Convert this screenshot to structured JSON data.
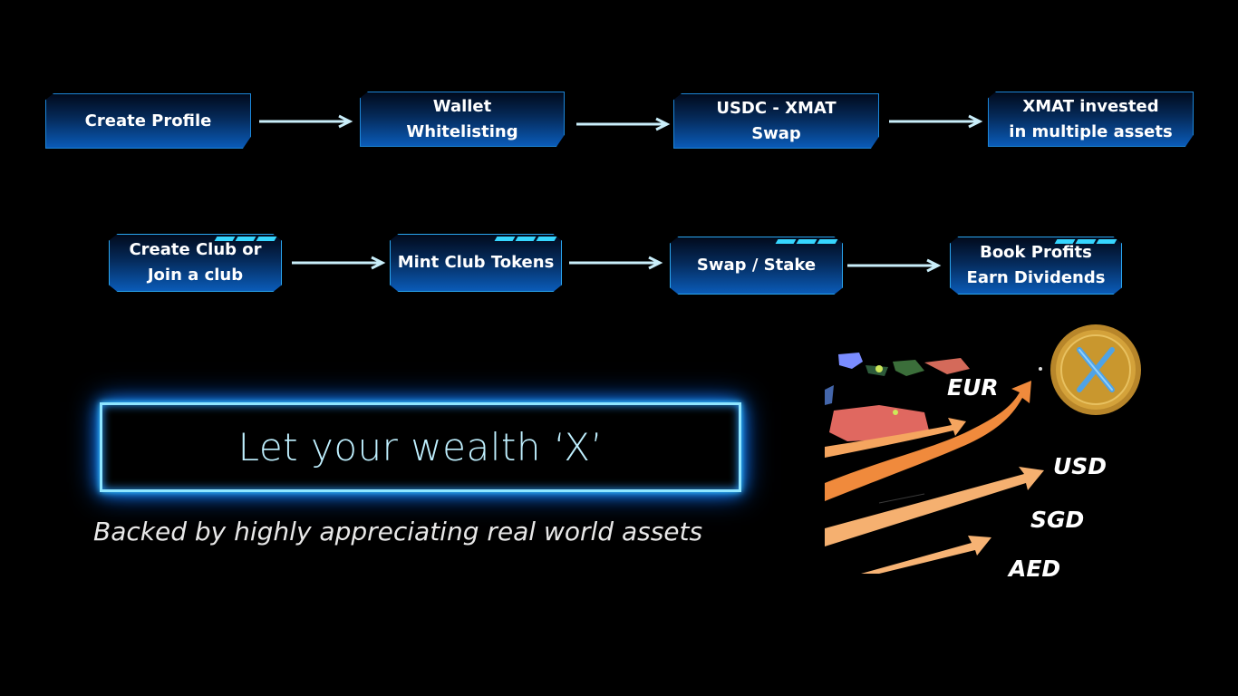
{
  "flow_row1": [
    {
      "label": "Create Profile"
    },
    {
      "label": "Wallet\nWhitelisting"
    },
    {
      "label": "USDC - XMAT\nSwap"
    },
    {
      "label": "XMAT invested\nin multiple assets"
    }
  ],
  "flow_row2": [
    {
      "label": "Create Club or\nJoin a club"
    },
    {
      "label": "Mint Club Tokens"
    },
    {
      "label": "Swap / Stake"
    },
    {
      "label": "Book Profits\nEarn Dividends"
    }
  ],
  "headline": "Let your wealth ‘X’",
  "tagline": "Backed by highly appreciating real world assets",
  "currencies": [
    "EUR",
    "USD",
    "SGD",
    "AED"
  ],
  "colors": {
    "background": "#000000",
    "step_gradient": "#0a5bb8",
    "arrow": "#c9eefa",
    "neon": "#39c8ff",
    "trend_arrow": "#f5a55f",
    "coin": "#c9972e"
  },
  "icons": {
    "coin": "xmat-coin-icon",
    "graphic": "rising-currency-arrows-illustration"
  }
}
